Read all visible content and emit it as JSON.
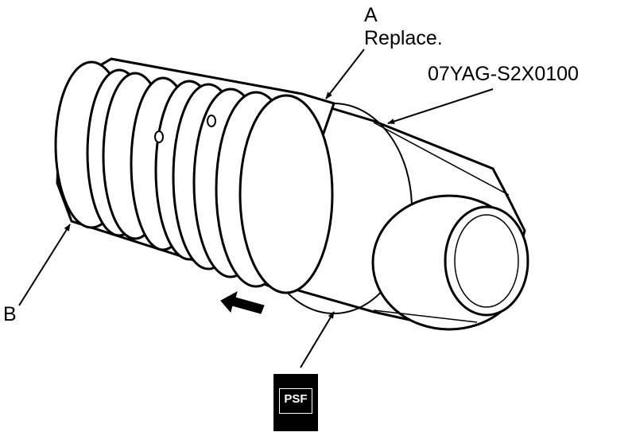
{
  "callouts": {
    "a": {
      "letter": "A",
      "note": "Replace."
    },
    "tool": {
      "part_number": "07YAG-S2X0100"
    },
    "b": {
      "letter": "B"
    }
  },
  "badge": {
    "text": "PSF"
  },
  "colors": {
    "line": "#000000",
    "background": "#ffffff",
    "badge": "#000000"
  },
  "icons": [
    "direction-arrow-icon",
    "psf-badge-icon"
  ]
}
